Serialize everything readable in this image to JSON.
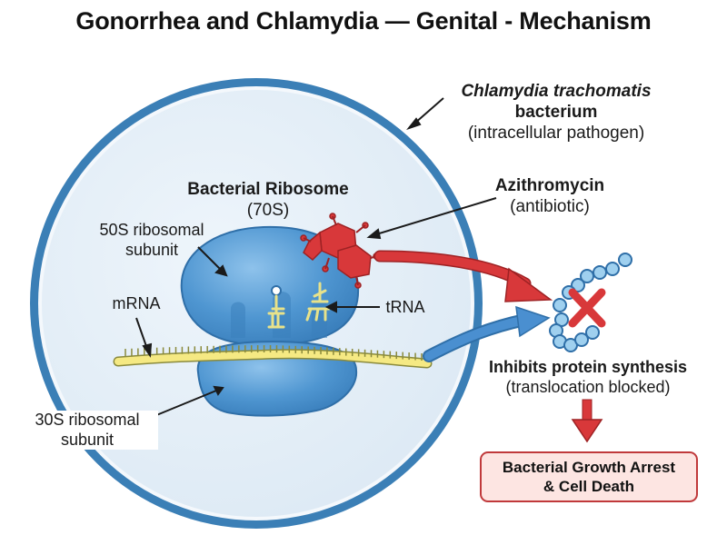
{
  "title": "Gonorrhea and Chlamydia — Genital - Mechanism",
  "bacterium": {
    "name": "Chlamydia trachomatis",
    "type": "bacterium",
    "note": "(intracellular pathogen)"
  },
  "ribosome": {
    "name": "Bacterial Ribosome",
    "size": "(70S)"
  },
  "subunit_50s": {
    "line1": "50S ribosomal",
    "line2": "subunit"
  },
  "subunit_30s": {
    "line1": "30S ribosomal",
    "line2": "subunit"
  },
  "mrna_label": "mRNA",
  "trna_label": "tRNA",
  "drug": {
    "name": "Azithromycin",
    "class": "(antibiotic)"
  },
  "effect": {
    "main": "Inhibits protein synthesis",
    "detail": "(translocation blocked)"
  },
  "result": {
    "line1": "Bacterial Growth Arrest",
    "line2": "& Cell Death"
  },
  "colors": {
    "cell_border": "#3b7fb6",
    "cell_fill": "#e6f0f8",
    "ribosome": "#4c93cf",
    "mrna": "#f5e983",
    "drug": "#d8383a",
    "blue_arrow": "#4a8fd0",
    "result_fill": "#fde5e2"
  }
}
